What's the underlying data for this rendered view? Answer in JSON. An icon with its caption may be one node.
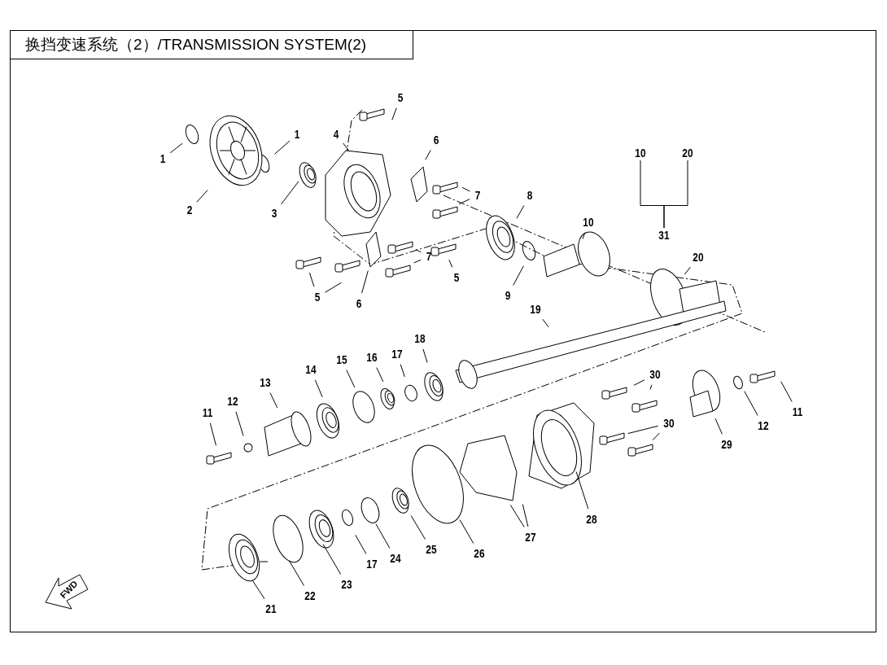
{
  "diagram": {
    "title": "换挡变速系统（2）/TRANSMISSION SYSTEM(2)",
    "nodes": [
      {
        "text": [
          "1"
        ]
      },
      {
        "text": [
          "1"
        ]
      },
      {
        "text": [
          "2"
        ]
      },
      {
        "text": [
          "3"
        ]
      },
      {
        "text": [
          "4"
        ]
      },
      {
        "text": [
          "5"
        ]
      },
      {
        "text": [
          "6"
        ]
      },
      {
        "text": [
          "7"
        ]
      },
      {
        "text": [
          "8"
        ]
      },
      {
        "text": [
          "9"
        ]
      },
      {
        "text": [
          "10"
        ]
      },
      {
        "text": [
          "5"
        ]
      },
      {
        "text": [
          "6"
        ]
      },
      {
        "text": [
          "7"
        ]
      },
      {
        "text": [
          "5"
        ]
      },
      {
        "text": [
          "20"
        ]
      },
      {
        "text": [
          "19"
        ]
      },
      {
        "text": [
          "18"
        ]
      },
      {
        "text": [
          "17"
        ]
      },
      {
        "text": [
          "16"
        ]
      },
      {
        "text": [
          "15"
        ]
      },
      {
        "text": [
          "14"
        ]
      },
      {
        "text": [
          "13"
        ]
      },
      {
        "text": [
          "12"
        ]
      },
      {
        "text": [
          "11"
        ]
      },
      {
        "text": [
          "30"
        ]
      },
      {
        "text": [
          "30"
        ]
      },
      {
        "text": [
          "11"
        ]
      },
      {
        "text": [
          "12"
        ]
      },
      {
        "text": [
          "29"
        ]
      },
      {
        "text": [
          "28"
        ]
      },
      {
        "text": [
          "27"
        ]
      },
      {
        "text": [
          "26"
        ]
      },
      {
        "text": [
          "25"
        ]
      },
      {
        "text": [
          "24"
        ]
      },
      {
        "text": [
          "17"
        ]
      },
      {
        "text": [
          "23"
        ]
      },
      {
        "text": [
          "22"
        ]
      },
      {
        "text": [
          "21"
        ]
      },
      {
        "text": [
          "10"
        ]
      },
      {
        "text": [
          "20"
        ]
      },
      {
        "text": [
          "31"
        ]
      }
    ],
    "edges": [
      {
        "from": 0,
        "to": null,
        "arrow": "none"
      },
      {
        "from": 1,
        "to": null,
        "arrow": "none"
      },
      {
        "from": 2,
        "to": null,
        "arrow": "none"
      },
      {
        "from": 3,
        "to": null,
        "arrow": "none"
      },
      {
        "from": 4,
        "to": null,
        "arrow": "none"
      },
      {
        "from": 5,
        "to": null,
        "arrow": "none"
      },
      {
        "from": 6,
        "to": null,
        "arrow": "none"
      },
      {
        "from": 7,
        "to": null,
        "arrow": "none"
      },
      {
        "from": 7,
        "to": null,
        "arrow": "none"
      },
      {
        "from": 8,
        "to": null,
        "arrow": "none"
      },
      {
        "from": 9,
        "to": null,
        "arrow": "none"
      },
      {
        "from": 10,
        "to": null,
        "arrow": "none"
      },
      {
        "from": 11,
        "to": null,
        "arrow": "none"
      },
      {
        "from": 11,
        "to": null,
        "arrow": "none"
      },
      {
        "from": 12,
        "to": null,
        "arrow": "none"
      },
      {
        "from": 13,
        "to": null,
        "arrow": "none"
      },
      {
        "from": 13,
        "to": null,
        "arrow": "none"
      },
      {
        "from": 14,
        "to": null,
        "arrow": "none"
      },
      {
        "from": 15,
        "to": null,
        "arrow": "none"
      },
      {
        "from": 16,
        "to": null,
        "arrow": "none"
      },
      {
        "from": 17,
        "to": null,
        "arrow": "none"
      },
      {
        "from": 18,
        "to": null,
        "arrow": "none"
      },
      {
        "from": 19,
        "to": null,
        "arrow": "none"
      },
      {
        "from": 20,
        "to": null,
        "arrow": "none"
      },
      {
        "from": 21,
        "to": null,
        "arrow": "none"
      },
      {
        "from": 22,
        "to": null,
        "arrow": "none"
      },
      {
        "from": 23,
        "to": null,
        "arrow": "none"
      },
      {
        "from": 24,
        "to": null,
        "arrow": "none"
      },
      {
        "from": 25,
        "to": null,
        "arrow": "none"
      },
      {
        "from": 25,
        "to": null,
        "arrow": "none"
      },
      {
        "from": 26,
        "to": null,
        "arrow": "none"
      },
      {
        "from": 26,
        "to": null,
        "arrow": "none"
      },
      {
        "from": 27,
        "to": null,
        "arrow": "none"
      },
      {
        "from": 28,
        "to": null,
        "arrow": "none"
      },
      {
        "from": 29,
        "to": null,
        "arrow": "none"
      },
      {
        "from": 30,
        "to": null,
        "arrow": "none"
      },
      {
        "from": 31,
        "to": null,
        "arrow": "none"
      },
      {
        "from": 31,
        "to": null,
        "arrow": "none"
      },
      {
        "from": 32,
        "to": null,
        "arrow": "none"
      },
      {
        "from": 33,
        "to": null,
        "arrow": "none"
      },
      {
        "from": 34,
        "to": null,
        "arrow": "none"
      },
      {
        "from": 35,
        "to": null,
        "arrow": "none"
      },
      {
        "from": 36,
        "to": null,
        "arrow": "none"
      },
      {
        "from": 37,
        "to": null,
        "arrow": "none"
      },
      {
        "from": 38,
        "to": null,
        "arrow": "none"
      },
      {
        "from": 41,
        "to": 39,
        "arrow": "none"
      },
      {
        "from": 41,
        "to": 40,
        "arrow": "none"
      }
    ],
    "labels": [
      "FWD"
    ]
  }
}
